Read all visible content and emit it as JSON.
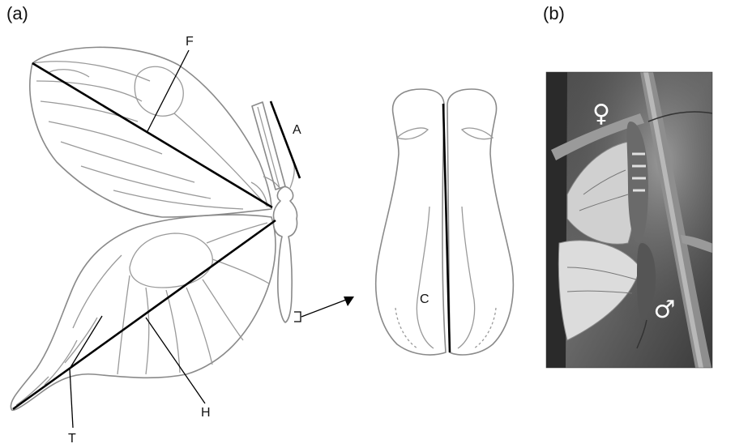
{
  "panels": {
    "a": "(a)",
    "b": "(b)"
  },
  "labels": {
    "F": "F",
    "A": "A",
    "C": "C",
    "H": "H",
    "T": "T"
  },
  "photo": {
    "female_symbol": "♀",
    "male_symbol": "♂"
  }
}
